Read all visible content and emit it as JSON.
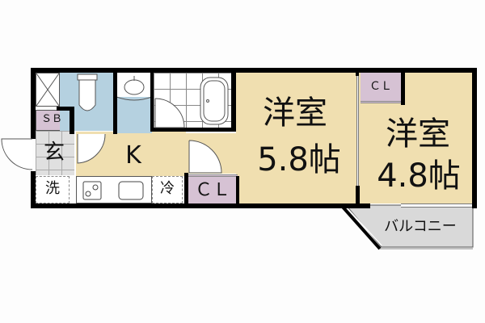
{
  "floorplan": {
    "rooms": [
      {
        "id": "western-room-1",
        "name": "洋室",
        "size": "5.8帖"
      },
      {
        "id": "western-room-2",
        "name": "洋室",
        "size": "4.8帖"
      },
      {
        "id": "kitchen",
        "name": "K"
      },
      {
        "id": "entrance",
        "name": "玄"
      },
      {
        "id": "shoe-box",
        "name": "ＳＢ"
      },
      {
        "id": "washer",
        "name": "洗"
      },
      {
        "id": "fridge",
        "name": "冷"
      },
      {
        "id": "closet-1",
        "name": "ＣＬ"
      },
      {
        "id": "closet-2",
        "name": "ＣＬ"
      },
      {
        "id": "balcony",
        "name": "バルコニー"
      }
    ],
    "labels": {
      "room1_name": "洋室",
      "room1_size": "5.8帖",
      "room2_name": "洋室",
      "room2_size": "4.8帖",
      "kitchen": "K",
      "entrance": "玄",
      "shoe_box": "ＳＢ",
      "washer": "洗",
      "fridge": "冷",
      "closet1": "ＣＬ",
      "closet2": "ＣＬ",
      "balcony": "バルコニー"
    },
    "colors": {
      "room_fill": "#f0dfb0",
      "wet_area": "#b5d1e0",
      "closet_fill": "#d6c2d4",
      "balcony_fill": "#d9d9d9",
      "entrance_fill": "#e0e0e0",
      "wall": "#000000"
    }
  }
}
